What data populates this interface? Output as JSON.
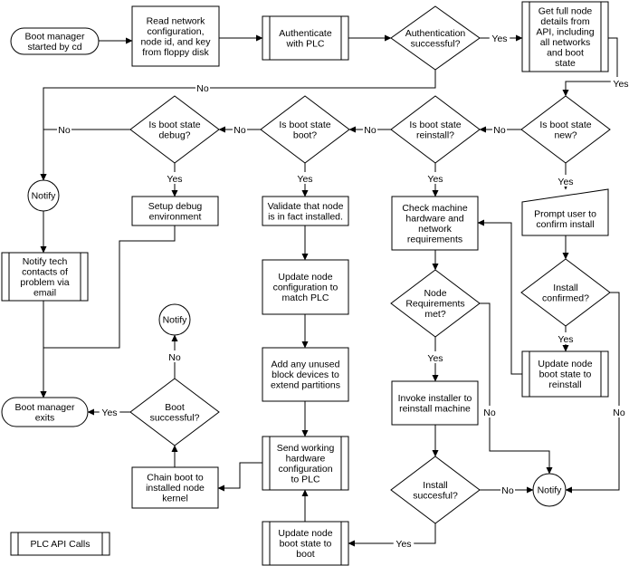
{
  "nodes": {
    "start": "Boot manager\nstarted by cd",
    "read_config": "Read network\nconfiguration,\nnode id, and key\nfrom floppy disk",
    "authenticate": "Authenticate\nwith PLC",
    "auth_ok": "Authentication\nsuccessful?",
    "get_details": "Get full node\ndetails from\nAPI, including\nall networks\nand boot\nstate",
    "is_new": "Is boot state\nnew?",
    "is_reinstall": "Is boot state\nreinstall?",
    "is_boot": "Is boot state\nboot?",
    "is_debug": "Is boot state\ndebug?",
    "notify_1": "Notify",
    "notify_tech": "Notify tech\ncontacts of\nproblem via\nemail",
    "setup_debug": "Setup debug\nenvironment",
    "validate": "Validate that node\nis in fact installed.",
    "check_hw": "Check machine\nhardware and\nnetwork\nrequirements",
    "prompt": "Prompt user to\nconfirm install",
    "install_confirmed": "Install\nconfirmed?",
    "update_reinstall": "Update node\nboot state to\nreinstall",
    "node_req": "Node\nRequirements\nmet?",
    "invoke_installer": "Invoke installer to\nreinstall machine",
    "install_ok": "Install\nsuccesful?",
    "notify_3": "Notify",
    "update_config": "Update node\nconfiguration to\nmatch PLC",
    "add_devices": "Add any unused\nblock devices to\nextend partitions",
    "send_hw": "Send working\nhardware\nconfiguration\nto PLC",
    "update_boot": "Update node\nboot state to\nboot",
    "chain_boot": "Chain boot to\ninstalled node\nkernel",
    "boot_ok": "Boot\nsuccessful?",
    "notify_2": "Notify",
    "exits": "Boot manager\nexits",
    "legend": "PLC API Calls"
  },
  "edge_labels": {
    "auth_yes": "Yes",
    "auth_no": "No",
    "new_yes": "Yes",
    "new_no": "No",
    "reinstall_yes": "Yes",
    "reinstall_no": "No",
    "boot_yes": "Yes",
    "boot_no": "No",
    "debug_yes": "Yes",
    "debug_no": "No",
    "confirmed_yes": "Yes",
    "confirmed_no": "No",
    "req_yes": "Yes",
    "req_no": "No",
    "install_yes": "Yes",
    "install_no": "No",
    "bootok_yes": "Yes",
    "bootok_no": "No"
  }
}
